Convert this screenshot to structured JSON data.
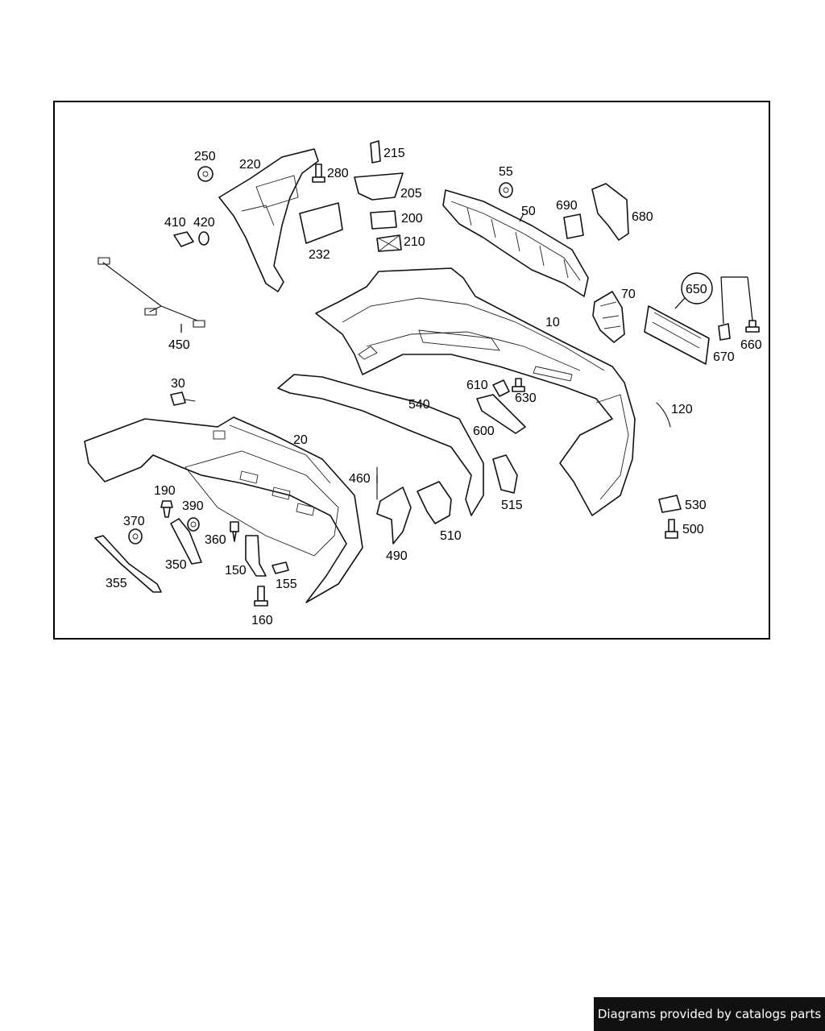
{
  "labels": {
    "p10": "10",
    "p20": "20",
    "p30": "30",
    "p50": "50",
    "p55": "55",
    "p70": "70",
    "p120": "120",
    "p150": "150",
    "p155": "155",
    "p160": "160",
    "p190": "190",
    "p200": "200",
    "p205": "205",
    "p210": "210",
    "p215": "215",
    "p220": "220",
    "p232": "232",
    "p250": "250",
    "p280": "280",
    "p350": "350",
    "p355": "355",
    "p360": "360",
    "p370": "370",
    "p390": "390",
    "p410": "410",
    "p420": "420",
    "p450": "450",
    "p460": "460",
    "p490": "490",
    "p500": "500",
    "p510": "510",
    "p515": "515",
    "p530": "530",
    "p540": "540",
    "p600": "600",
    "p610": "610",
    "p630": "630",
    "p650": "650",
    "p660": "660",
    "p670": "670",
    "p680": "680",
    "p690": "690"
  },
  "footer": {
    "credit": "Diagrams provided by catalogs parts"
  }
}
